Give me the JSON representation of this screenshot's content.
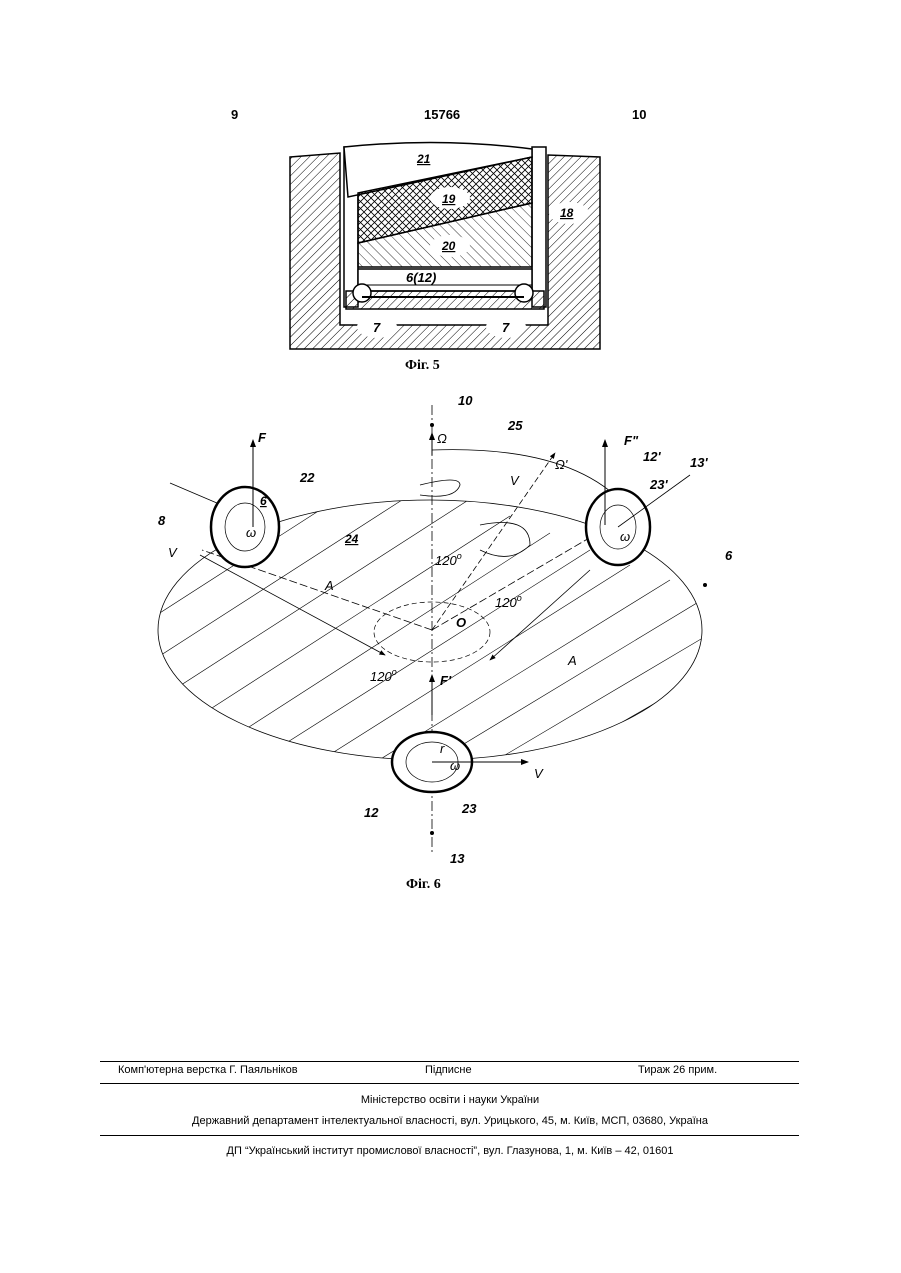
{
  "header": {
    "page_left": "9",
    "patent_number": "15766",
    "page_right": "10"
  },
  "figure5": {
    "caption": "Фіг. 5",
    "labels": {
      "l21": "21",
      "l19": "19",
      "l18": "18",
      "l20": "20",
      "l612": "6(12)",
      "l7a": "7",
      "l7b": "7"
    }
  },
  "figure6": {
    "caption": "Фіг. 6",
    "labels": {
      "l10": "10",
      "lOmega": "Ω",
      "l25": "25",
      "lOmegaPrime": "Ω'",
      "lF": "F",
      "lFdd": "F\"",
      "l12p": "12'",
      "l13p": "13'",
      "l22": "22",
      "l23p": "23'",
      "l6top": "6",
      "lVtopRight": "V",
      "l8": "8",
      "lomega1": "ω",
      "lomega2": "ω",
      "l24": "24",
      "l6right": "6",
      "lVleft": "V",
      "l120a": "120",
      "lA1": "A",
      "l120b": "120",
      "lO": "O",
      "lA2": "A",
      "l120c": "120",
      "lFp": "F'",
      "lr": "r",
      "lomega3": "ω",
      "lVbottom": "V",
      "l12": "12",
      "l23": "23",
      "l13": "13",
      "deg": "o"
    }
  },
  "imprint": {
    "layout": "Комп'ютерна верстка Г. Паяльніков",
    "signed": "Підписне",
    "circulation": "Тираж 26 прим.",
    "ministry": "Міністерство освіти і науки України",
    "department": "Державний департамент інтелектуальної власності, вул. Урицького, 45, м. Київ, МСП, 03680, Україна",
    "institute": "ДП “Український інститут промислової власності”, вул. Глазунова, 1, м. Київ – 42, 01601"
  }
}
